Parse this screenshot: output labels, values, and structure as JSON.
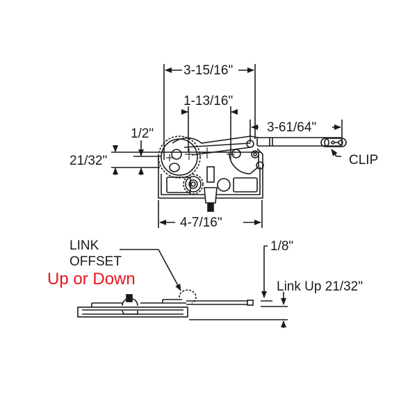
{
  "diagram": {
    "title": "",
    "top_view": {
      "dimensions": {
        "overall_pivot_span": "3-15/16\"",
        "inner_pivot_span": "1-13/16\"",
        "link_length": "3-61/64\"",
        "vertical_offset_small": "1/2\"",
        "vertical_offset": "21/32\"",
        "base_width": "4-7/16\""
      },
      "callouts": {
        "clip": "CLIP"
      }
    },
    "side_view": {
      "callouts": {
        "link_offset_line1": "LINK",
        "link_offset_line2": "OFFSET",
        "link_offset_note": "Up or Down"
      },
      "dimensions": {
        "link_gap": "1/8\"",
        "link_up": "Link Up 21/32\""
      }
    },
    "colors": {
      "line": "#1a1a1a",
      "note": "#e8141c",
      "background": "#ffffff"
    }
  }
}
